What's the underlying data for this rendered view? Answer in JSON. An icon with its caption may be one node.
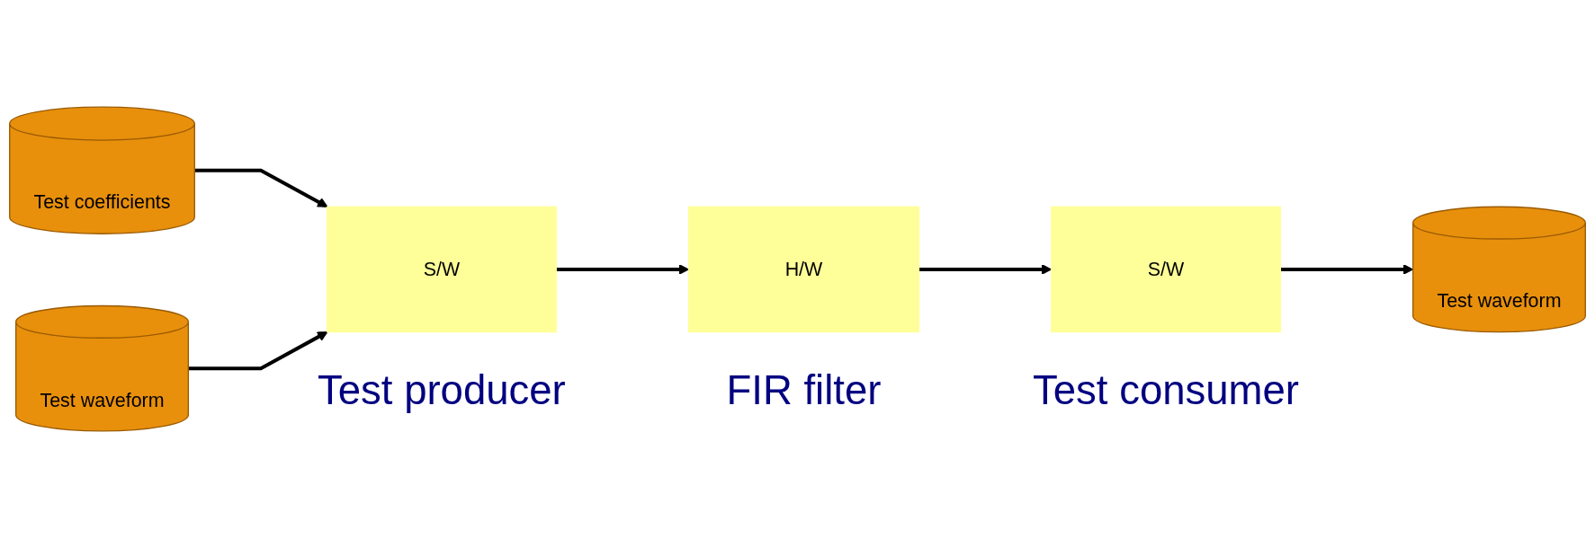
{
  "diagram": {
    "nodes": [
      {
        "text": [
          "Test coefficients"
        ]
      },
      {
        "text": [
          "Test waveform"
        ]
      },
      {
        "text": [
          "S/W"
        ],
        "beside": [
          "Test producer"
        ]
      },
      {
        "text": [
          "H/W"
        ],
        "beside": [
          "FIR filter"
        ]
      },
      {
        "text": [
          "S/W"
        ],
        "beside": [
          "Test consumer"
        ]
      },
      {
        "text": [
          "Test waveform"
        ]
      }
    ],
    "edges": [
      {
        "from": 0,
        "to": 2,
        "arrow": "to"
      },
      {
        "from": 1,
        "to": 2,
        "arrow": "to"
      },
      {
        "from": 2,
        "to": 3,
        "arrow": "to"
      },
      {
        "from": 3,
        "to": 4,
        "arrow": "to"
      },
      {
        "from": 4,
        "to": 5,
        "arrow": "to"
      }
    ]
  }
}
